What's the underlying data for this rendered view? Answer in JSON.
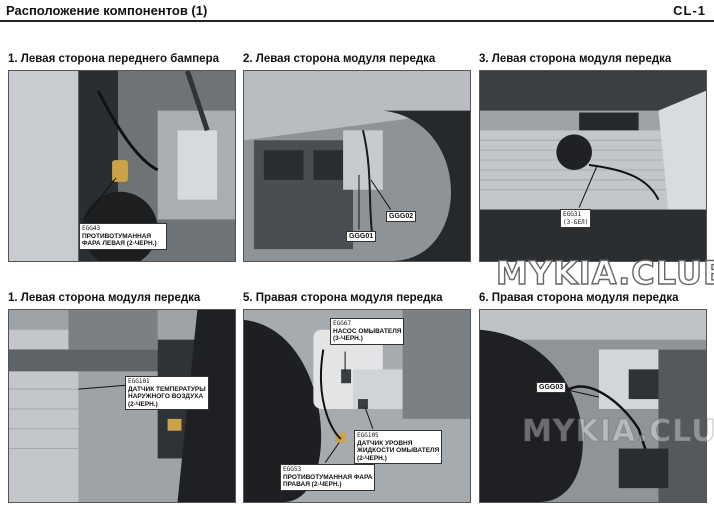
{
  "header": {
    "title": "Расположение компонентов (1)",
    "code": "CL-1"
  },
  "panels": [
    {
      "caption": "1. Левая сторона переднего бампера",
      "labels": [
        {
          "code": "EGG43",
          "desc": "ПРОТИВОТУМАННАЯ ФАРА ЛЕВАЯ (2-ЧЕРН.)"
        }
      ]
    },
    {
      "caption": "2. Левая сторона модуля передка",
      "tags": [
        "GGG02",
        "GGG01"
      ]
    },
    {
      "caption": "3. Левая сторона модуля передка",
      "labels": [
        {
          "code": "EGG31",
          "desc": "(3-БЕЛ)"
        }
      ]
    },
    {
      "caption": "1. Левая сторона модуля передка",
      "labels": [
        {
          "code": "EGG101",
          "desc_lines": [
            "ДАТЧИК ТЕМПЕРАТУРЫ",
            "НАРУЖНОГО ВОЗДУХА",
            "(2-ЧЕРН.)"
          ]
        }
      ]
    },
    {
      "caption": "5. Правая сторона модуля передка",
      "labels": [
        {
          "code": "EGG67",
          "desc_lines": [
            "НАСОС ОМЫВАТЕЛЯ",
            "(3-ЧЕРН.)"
          ]
        },
        {
          "code": "EGG105",
          "desc_lines": [
            "ДАТЧИК УРОВНЯ",
            "ЖИДКОСТИ ОМЫВАТЕЛЯ",
            "(2-ЧЕРН.)"
          ]
        },
        {
          "code": "EGG53",
          "desc_lines": [
            "ПРОТИВОТУМАННАЯ ФАРА",
            "ПРАВАЯ (2-ЧЕРН.)"
          ]
        }
      ]
    },
    {
      "caption": "6. Правая сторона модуля передка",
      "tags": [
        "GGG03"
      ]
    }
  ],
  "watermark": "MYKIA.CLUB"
}
